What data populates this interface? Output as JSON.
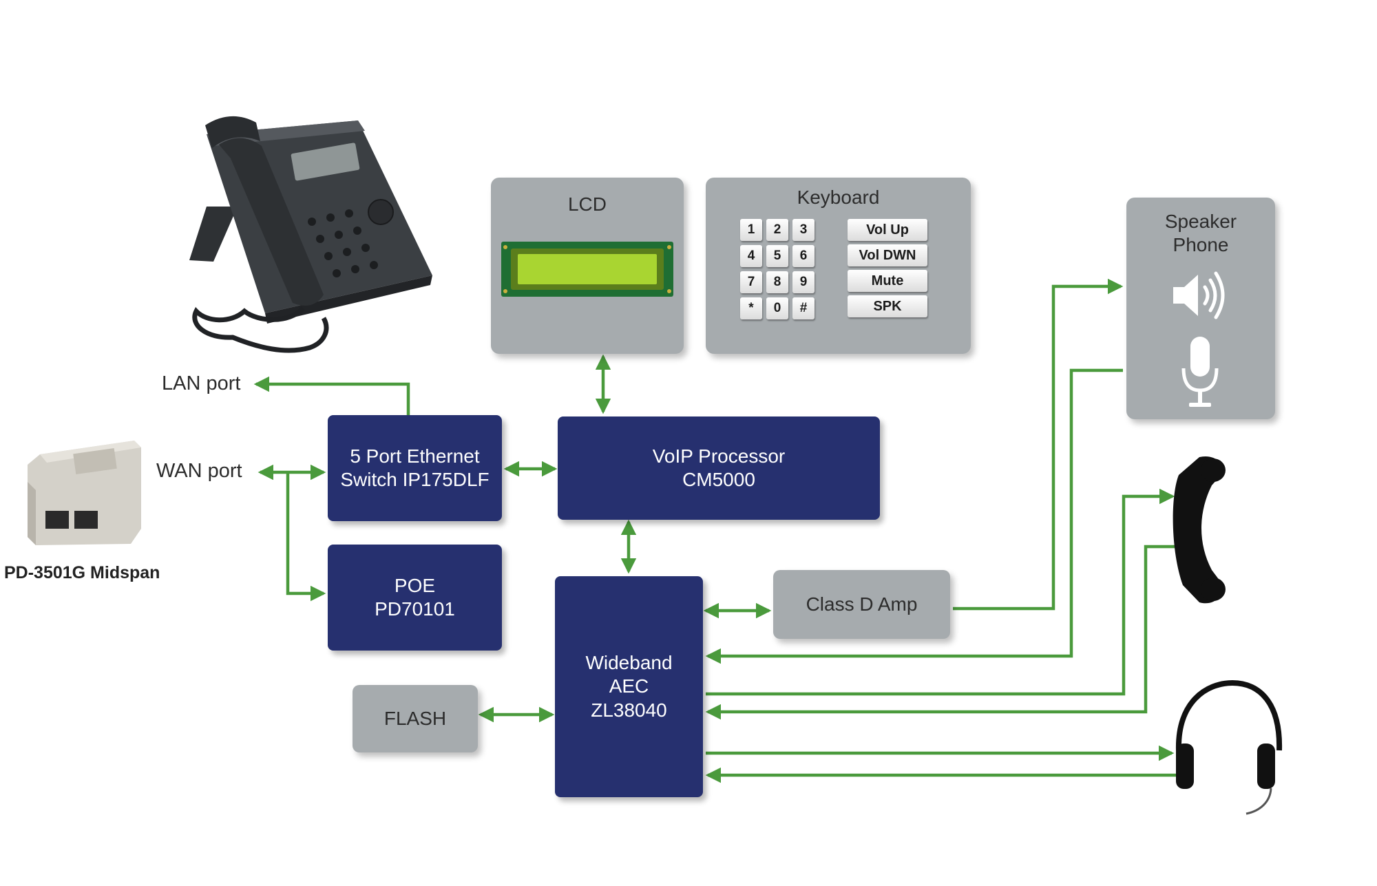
{
  "colors": {
    "navy_block": "#26306f",
    "grey_block": "#a6abae",
    "connector": "#4a9a3c",
    "text_dark": "#2b2b2b",
    "text_light": "#ffffff"
  },
  "labels": {
    "lan_port": "LAN port",
    "wan_port": "WAN port",
    "midspan": "PD-3501G Midspan"
  },
  "blocks": {
    "ethernet_switch": "5 Port Ethernet\nSwitch IP175DLF",
    "poe": "POE\nPD70101",
    "voip_processor": "VoIP Processor\nCM5000",
    "aec": "Wideband\nAEC\nZL38040",
    "flash": "FLASH",
    "class_d_amp": "Class D Amp"
  },
  "lcd": {
    "title": "LCD"
  },
  "keyboard": {
    "title": "Keyboard",
    "keys": [
      "1",
      "2",
      "3",
      "4",
      "5",
      "6",
      "7",
      "8",
      "9",
      "*",
      "0",
      "#"
    ],
    "function_keys": [
      "Vol Up",
      "Vol DWN",
      "Mute",
      "SPK"
    ]
  },
  "speaker_phone": {
    "title": "Speaker\nPhone",
    "icons": [
      "speaker-icon",
      "microphone-icon"
    ]
  },
  "devices": {
    "ip_phone": "desk-phone-icon",
    "midspan": "midspan-injector-icon",
    "handset": "handset-icon",
    "headset": "headset-icon"
  }
}
